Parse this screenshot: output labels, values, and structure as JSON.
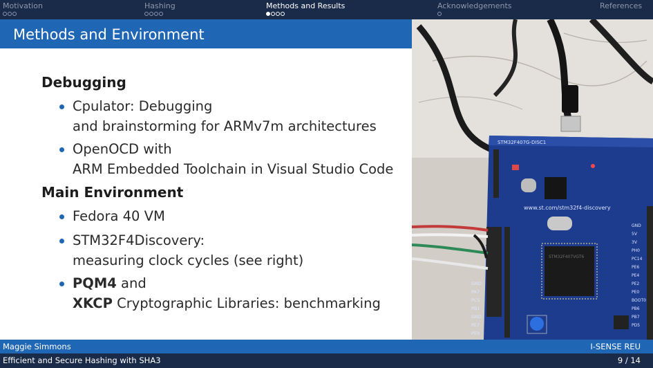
{
  "nav": {
    "sections": [
      {
        "label": "Motivation",
        "dots": 3,
        "filled": 0,
        "active": false
      },
      {
        "label": "Hashing",
        "dots": 4,
        "filled": 0,
        "active": false
      },
      {
        "label": "Methods and Results",
        "dots": 4,
        "filled": 1,
        "active": true
      },
      {
        "label": "Acknowledgements",
        "dots": 1,
        "filled": 0,
        "active": false
      },
      {
        "label": "References",
        "dots": 0,
        "filled": 0,
        "active": false
      }
    ]
  },
  "frame": {
    "title": "Methods and Environment"
  },
  "content": {
    "debugging": {
      "heading": "Debugging",
      "item1": {
        "line1": "Cpulator: Debugging",
        "line2": "and brainstorming for ARMv7m architectures"
      },
      "item2": {
        "line1": "OpenOCD with",
        "line2": "ARM Embedded Toolchain in Visual Studio Code"
      }
    },
    "main_env": {
      "heading": "Main Environment",
      "item1": {
        "line1": "Fedora 40 VM"
      },
      "item2": {
        "line1": "STM32F4Discovery:",
        "line2": "measuring clock cycles (see right)"
      },
      "item3": {
        "bold1": "PQM4",
        "rest1": " and",
        "bold2": "XKCP",
        "rest2": " Cryptographic Libraries: benchmarking"
      }
    }
  },
  "photo": {
    "board_label": "STM32F407G-DISC1",
    "url_label": "www.st.com/stm32f4-discovery",
    "chip_label": "STM32F407VGT6",
    "pins_left": [
      "GND",
      "PA7",
      "PC5",
      "PB1",
      "GND",
      "PE7",
      "PE9"
    ],
    "pins_right": [
      "GND",
      "5V",
      "3V",
      "PH0",
      "PC14",
      "PE6",
      "PE4",
      "PE2",
      "PE0",
      "BOOT0",
      "PB6",
      "PB7",
      "PD5"
    ]
  },
  "footer": {
    "author": "Maggie Simmons",
    "institution": "I-SENSE REU",
    "talk_title": "Efficient and Secure Hashing with SHA3",
    "page": "9 / 14"
  },
  "colors": {
    "nav_bg": "#1a2b4a",
    "title_bg": "#1f66b5",
    "bullet": "#1f66b5",
    "board": "#1d3c8e"
  }
}
